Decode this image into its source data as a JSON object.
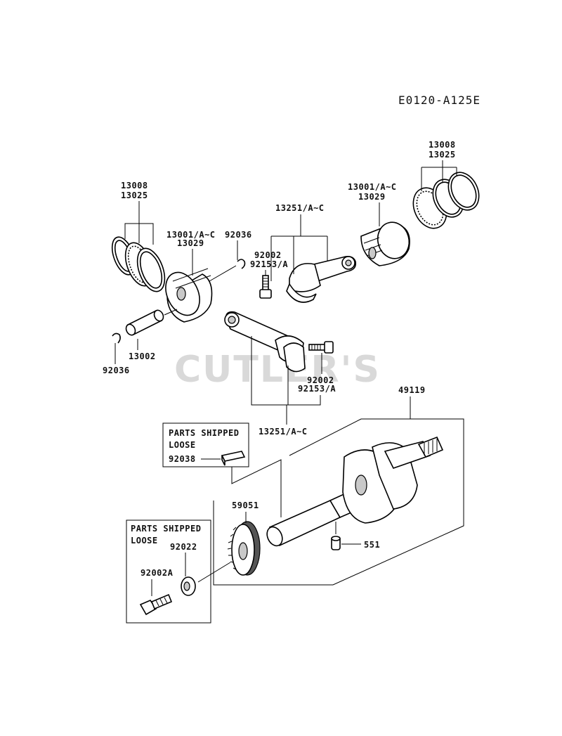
{
  "diagram_code": "E0120-A125E",
  "watermark": "CUTLER'S",
  "labels": {
    "rings_left_a": "13008",
    "rings_left_b": "13025",
    "piston_left_a": "13001/A~C",
    "piston_left_b": "13029",
    "clip_top_left": "92036",
    "pin": "13002",
    "clip_bottom_left": "92036",
    "conrod_top": "13251/A~C",
    "bolt_top_a": "92002",
    "bolt_top_b": "92153/A",
    "piston_right_a": "13001/A~C",
    "piston_right_b": "13029",
    "rings_right_a": "13008",
    "rings_right_b": "13025",
    "bolt_bottom_a": "92002",
    "bolt_bottom_b": "92153/A",
    "conrod_bottom": "13251/A~C",
    "crankshaft": "49119",
    "loose_box1_title_a": "PARTS SHIPPED",
    "loose_box1_title_b": "LOOSE",
    "key": "92038",
    "gear": "59051",
    "pin_dowel": "551",
    "loose_box2_title_a": "PARTS SHIPPED",
    "loose_box2_title_b": "LOOSE",
    "washer": "92022",
    "bolt_gear": "92002A"
  }
}
